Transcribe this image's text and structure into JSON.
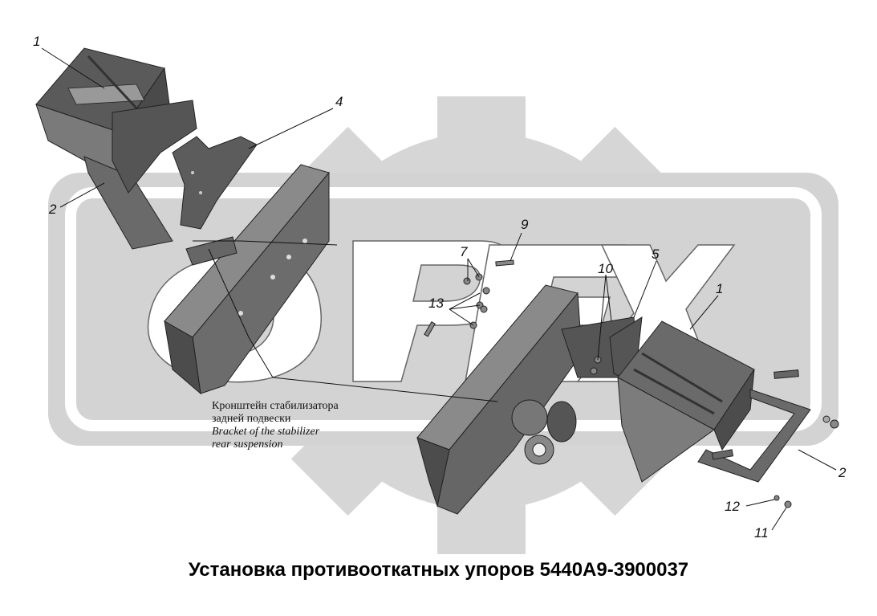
{
  "title": "Установка противооткатных упоров 5440А9-3900037",
  "watermark_text": "ОРЕХ",
  "note": {
    "ru_line1": "Кронштейн стабилизатора",
    "ru_line2": "задней подвески",
    "en_line1": "Bracket of the stabilizer",
    "en_line2": "rear suspension"
  },
  "callouts": {
    "c1_left": "1",
    "c2_left": "2",
    "c4": "4",
    "c9": "9",
    "c7": "7",
    "c13": "13",
    "c10": "10",
    "c5": "5",
    "c1_right": "1",
    "c2_right": "2",
    "c12": "12",
    "c11": "11"
  },
  "colors": {
    "watermark": "#d4d4d4",
    "part_dark": "#555555",
    "part_mid": "#7a7a7a",
    "part_light": "#9e9e9e",
    "line": "#111111"
  }
}
